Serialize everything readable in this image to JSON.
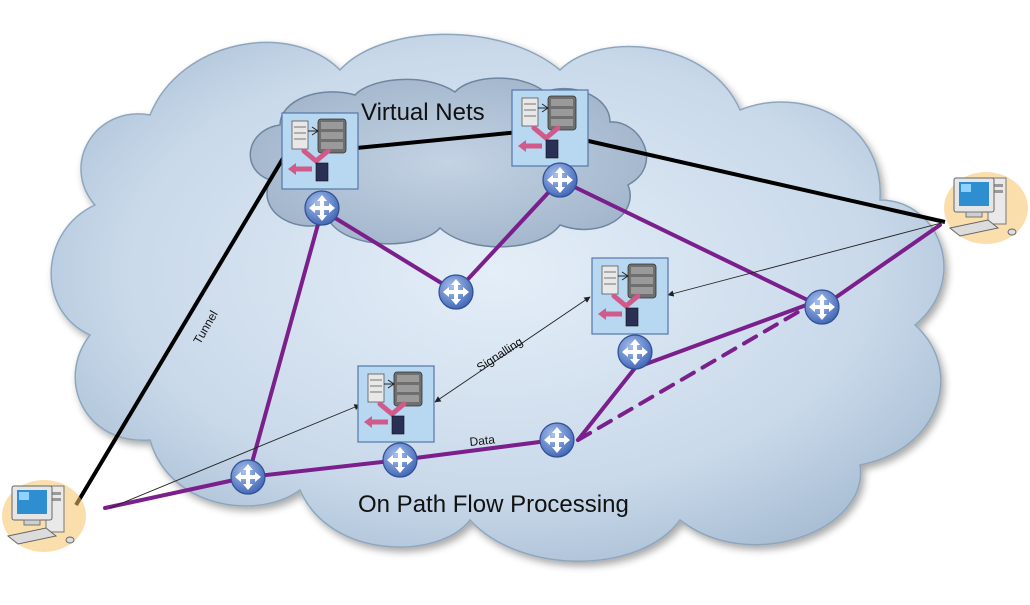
{
  "labels": {
    "virtual_nets": "Virtual Nets",
    "on_path": "On Path Flow Processing",
    "tunnel": "Tunnel",
    "signalling": "Signalling",
    "data": "Data"
  },
  "colors": {
    "cloud_fill": "#c9d9ea",
    "cloud_stroke": "#8ea6bd",
    "inner_cloud_fill": "#aebfd3",
    "purple_link": "#7b1f8c",
    "tunnel_line": "#000000",
    "router_fill": "#5b7fc7",
    "arrow_pink": "#d05a8a",
    "node_box": "#b8d8f2"
  },
  "icons": {
    "router": "router-icon",
    "processing_node": "server-rack-icon",
    "end_host": "desktop-computer-icon"
  }
}
